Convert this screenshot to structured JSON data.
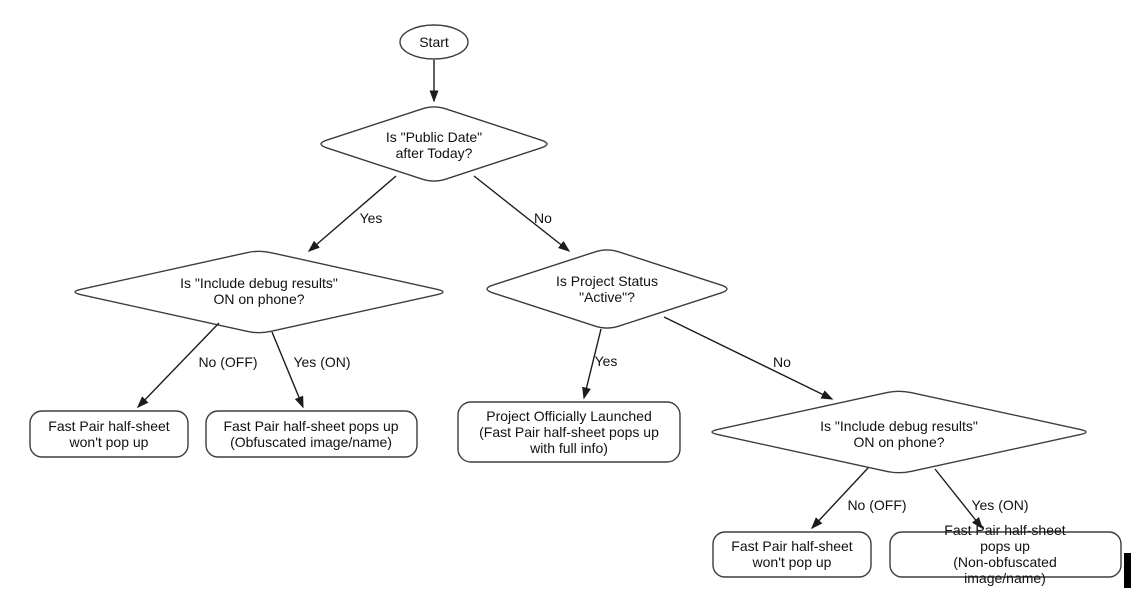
{
  "nodes": {
    "start": {
      "label": "Start"
    },
    "decision_public_date": {
      "label": "Is \"Public Date\"\nafter Today?"
    },
    "decision_debug_left": {
      "label": "Is \"Include debug results\"\nON on phone?"
    },
    "decision_project_status": {
      "label": "Is Project Status\n\"Active\"?"
    },
    "decision_debug_right": {
      "label": "Is \"Include debug results\"\nON on phone?"
    },
    "result_wont_pop_left": {
      "label": "Fast Pair half-sheet\nwon't pop up"
    },
    "result_obfuscated": {
      "label": "Fast Pair half-sheet pops up\n(Obfuscated image/name)"
    },
    "result_launched": {
      "label": "Project Officially Launched\n(Fast Pair half-sheet pops up\nwith full info)"
    },
    "result_wont_pop_right": {
      "label": "Fast Pair half-sheet\nwon't pop up"
    },
    "result_non_obfuscated": {
      "label": "Fast Pair half-sheet pops up\n(Non-obfuscated image/name)"
    }
  },
  "edge_labels": {
    "public_date_yes": "Yes",
    "public_date_no": "No",
    "debug_left_no": "No (OFF)",
    "debug_left_yes": "Yes (ON)",
    "project_status_yes": "Yes",
    "project_status_no": "No",
    "debug_right_no": "No (OFF)",
    "debug_right_yes": "Yes (ON)"
  },
  "colors": {
    "shape_stroke": "#3d3d3d",
    "arrow": "#1c1c1c",
    "text": "#111111",
    "background": "#ffffff",
    "cursor_bar": "#000000"
  }
}
